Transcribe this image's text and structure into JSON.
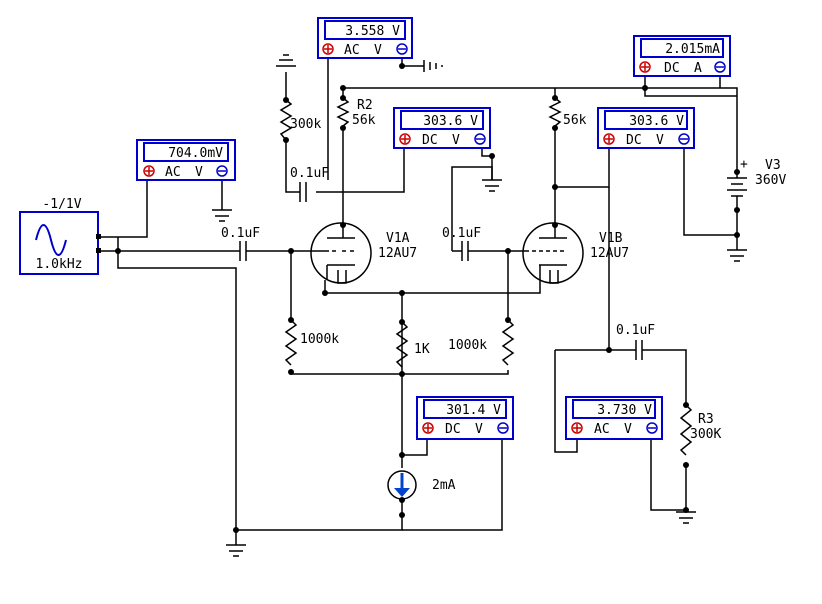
{
  "meters": [
    {
      "id": "m-ac-input",
      "value": "704.0mV",
      "mode": "AC",
      "unit": "V"
    },
    {
      "id": "m-ac-plate-a",
      "value": "3.558 V",
      "mode": "AC",
      "unit": "V"
    },
    {
      "id": "m-dc-supply-current",
      "value": "2.015mA",
      "mode": "DC",
      "unit": "A"
    },
    {
      "id": "m-dc-plate-a",
      "value": "303.6 V",
      "mode": "DC",
      "unit": "V"
    },
    {
      "id": "m-dc-plate-b",
      "value": "303.6 V",
      "mode": "DC",
      "unit": "V"
    },
    {
      "id": "m-dc-cathode",
      "value": "301.4 V",
      "mode": "DC",
      "unit": "V"
    },
    {
      "id": "m-ac-output",
      "value": "3.730 V",
      "mode": "AC",
      "unit": "V"
    }
  ],
  "source": {
    "amplitude": "-1/1V",
    "frequency": "1.0kHz"
  },
  "labels": {
    "r2_name": "R2",
    "r2_value": "56k",
    "r_plate_b": "56k",
    "r_grid_bias": "300k",
    "c_bypass": "0.1uF",
    "c_input": "0.1uF",
    "c_grid_b": "0.1uF",
    "c_output": "0.1uF",
    "v1a_name": "V1A",
    "v1a_type": "12AU7",
    "v1b_name": "V1B",
    "v1b_type": "12AU7",
    "r_grid_a": "1000k",
    "r_cathode": "1K",
    "r_grid_b": "1000k",
    "v3_name": "V3",
    "v3_value": "360V",
    "v3_plus": "+",
    "i_source": "2mA",
    "r3_name": "R3",
    "r3_value": "300K"
  }
}
